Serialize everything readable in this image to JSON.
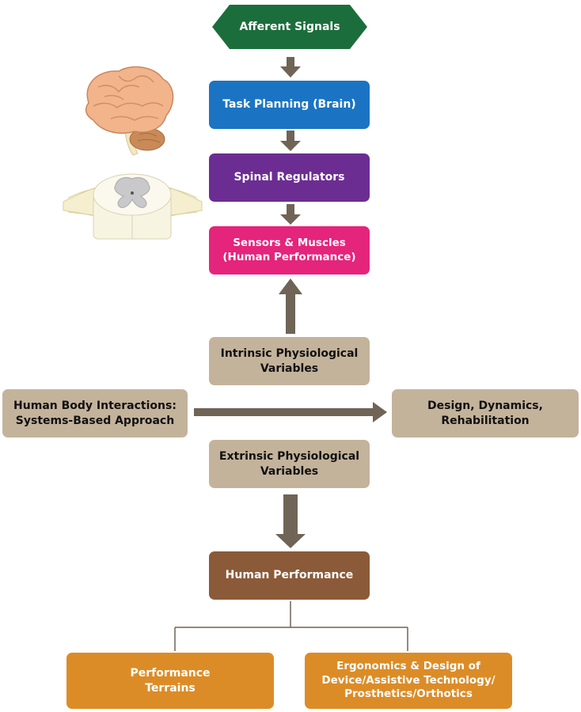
{
  "nodes": {
    "afferent": "Afferent Signals",
    "task_planning": "Task Planning (Brain)",
    "spinal": "Spinal Regulators",
    "sensors": "Sensors & Muscles\n(Human Performance)",
    "intrinsic": "Intrinsic Physiological\nVariables",
    "body_interactions": "Human Body Interactions:\nSystems-Based Approach",
    "design": "Design, Dynamics,\nRehabilitation",
    "extrinsic": "Extrinsic Physiological\nVariables",
    "human_performance": "Human Performance",
    "terrains": "Performance\nTerrains",
    "ergonomics": "Ergonomics & Design of\nDevice/Assistive Technology/\nProsthetics/Orthotics"
  },
  "colors": {
    "afferent": "#1b6e3b",
    "task": "#1b74c3",
    "spinal": "#6c2d93",
    "sensors": "#e5247b",
    "tan": "#c4b39b",
    "human_performance": "#8b5a39",
    "orange": "#dc8c27",
    "arrow": "#6f6456"
  }
}
